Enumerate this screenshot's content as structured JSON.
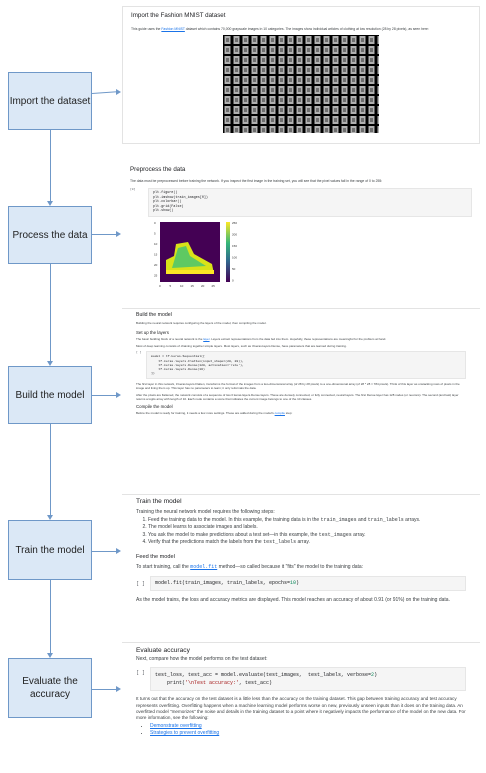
{
  "steps": [
    {
      "label": "Import the dataset"
    },
    {
      "label": "Process the data"
    },
    {
      "label": "Build the model"
    },
    {
      "label": "Train the model"
    },
    {
      "label": "Evaluate the accuracy"
    }
  ],
  "import_panel": {
    "title": "Import the Fashion MNIST dataset",
    "text_before": "This guide uses the ",
    "link": "Fashion MNIST",
    "text_after": " dataset which contains 70,000 grayscale images in 10 categories. The images show individual articles of clothing at low resolution (28 by 28 pixels), as seen here:"
  },
  "process_panel": {
    "title": "Preprocess the data",
    "text": "The data must be preprocessed before training the network. If you inspect the first image in the training set, you will see that the pixel values fall in the range of 0 to 255:",
    "cell_num": "[0]",
    "code": "plt.figure()\nplt.imshow(train_images[0])\nplt.colorbar()\nplt.grid(False)\nplt.show()",
    "colorbar_ticks": [
      "250",
      "200",
      "150",
      "100",
      "50",
      "0"
    ],
    "x_ticks": [
      "0",
      "5",
      "10",
      "15",
      "20",
      "25"
    ],
    "y_ticks": [
      "0",
      "5",
      "10",
      "15",
      "20",
      "25"
    ]
  },
  "build_panel": {
    "title": "Build the model",
    "intro": "Building the neural network requires configuring the layers of the model, then compiling the model.",
    "setup_title": "Set up the layers",
    "setup_p1_a": "The basic building block of a neural network is the ",
    "setup_p1_link": "layer",
    "setup_p1_b": ". Layers extract representations from the data fed into them. Hopefully, these representations are meaningful for the problem at hand.",
    "setup_p2": "Most of deep learning consists of chaining together simple layers. Most layers, such as tf.keras.layers.Dense, have parameters that are learned during training.",
    "cell": "[ ]",
    "code": "model = tf.keras.Sequential([\n    tf.keras.layers.Flatten(input_shape=(28, 28)),\n    tf.keras.layers.Dense(128, activation='relu'),\n    tf.keras.layers.Dense(10)\n])",
    "p3": "The first layer in this network, tf.keras.layers.Flatten, transforms the format of the images from a two-dimensional array (of 28 by 28 pixels) to a one-dimensional array (of 28 * 28 = 784 pixels). Think of this layer as unstacking rows of pixels in the image and lining them up. This layer has no parameters to learn; it only reformats the data.",
    "p4": "After the pixels are flattened, the network consists of a sequence of two tf.keras.layers.Dense layers. These are densely connected, or fully connected, neural layers. The first Dense layer has 128 nodes (or neurons). The second (and last) layer returns a logits array with length of 10. Each node contains a score that indicates the current image belongs to one of the 10 classes.",
    "compile_title": "Compile the model",
    "compile_a": "Before the model is ready for training, it needs a few more settings. These are added during the model's ",
    "compile_link": "compile",
    "compile_b": " step:"
  },
  "train_panel": {
    "title": "Train the model",
    "intro": "Training the neural network model requires the following steps:",
    "steps": [
      {
        "a": "Feed the training data to the model. In this example, the training data is in the ",
        "c1": "train_images",
        "b": " and ",
        "c2": "train_labels",
        "d": " arrays."
      },
      {
        "a": "The model learns to associate images and labels.",
        "c1": "",
        "b": "",
        "c2": "",
        "d": ""
      },
      {
        "a": "You ask the model to make predictions about a test set—in this example, the ",
        "c1": "test_images",
        "b": " array.",
        "c2": "",
        "d": ""
      },
      {
        "a": "Verify that the predictions match the labels from the ",
        "c1": "test_labels",
        "b": " array.",
        "c2": "",
        "d": ""
      }
    ],
    "feed_title": "Feed the model",
    "feed_a": "To start training, call the ",
    "feed_link": "model.fit",
    "feed_b": " method—so called because it \"fits\" the model to the training data:",
    "cell": "[ ]",
    "code_a": "model.fit(train_images, train_labels, epochs=",
    "code_num": "10",
    "code_b": ")",
    "outro": "As the model trains, the loss and accuracy metrics are displayed. This model reaches an accuracy of about 0.91 (or 91%) on the training data."
  },
  "eval_panel": {
    "title": "Evaluate accuracy",
    "intro": "Next, compare how the model performs on the test dataset:",
    "cell": "[ ]",
    "code_line1_a": "test_loss, test_acc = model.evaluate(test_images,  test_labels, verbose=",
    "code_line1_num": "2",
    "code_line1_b": ")",
    "code_line2_a": "print(",
    "code_line2_str": "'\\nTest accuracy:'",
    "code_line2_b": ", test_acc)",
    "para": "It turns out that the accuracy on the test dataset is a little less than the accuracy on the training dataset. This gap between training accuracy and test accuracy represents overfitting. Overfitting happens when a machine learning model performs worse on new, previously unseen inputs than it does on the training data. An overfitted model \"memorizes\" the noise and details in the training dataset to a point where it negatively impacts the performance of the model on the new data. For more information, see the following:",
    "links": [
      "Demonstrate overfitting",
      "Strategies to prevent overfitting"
    ]
  },
  "colors": {
    "box_fill": "#dbe8f6",
    "box_border": "#6f98c8",
    "link": "#1a73e8"
  }
}
